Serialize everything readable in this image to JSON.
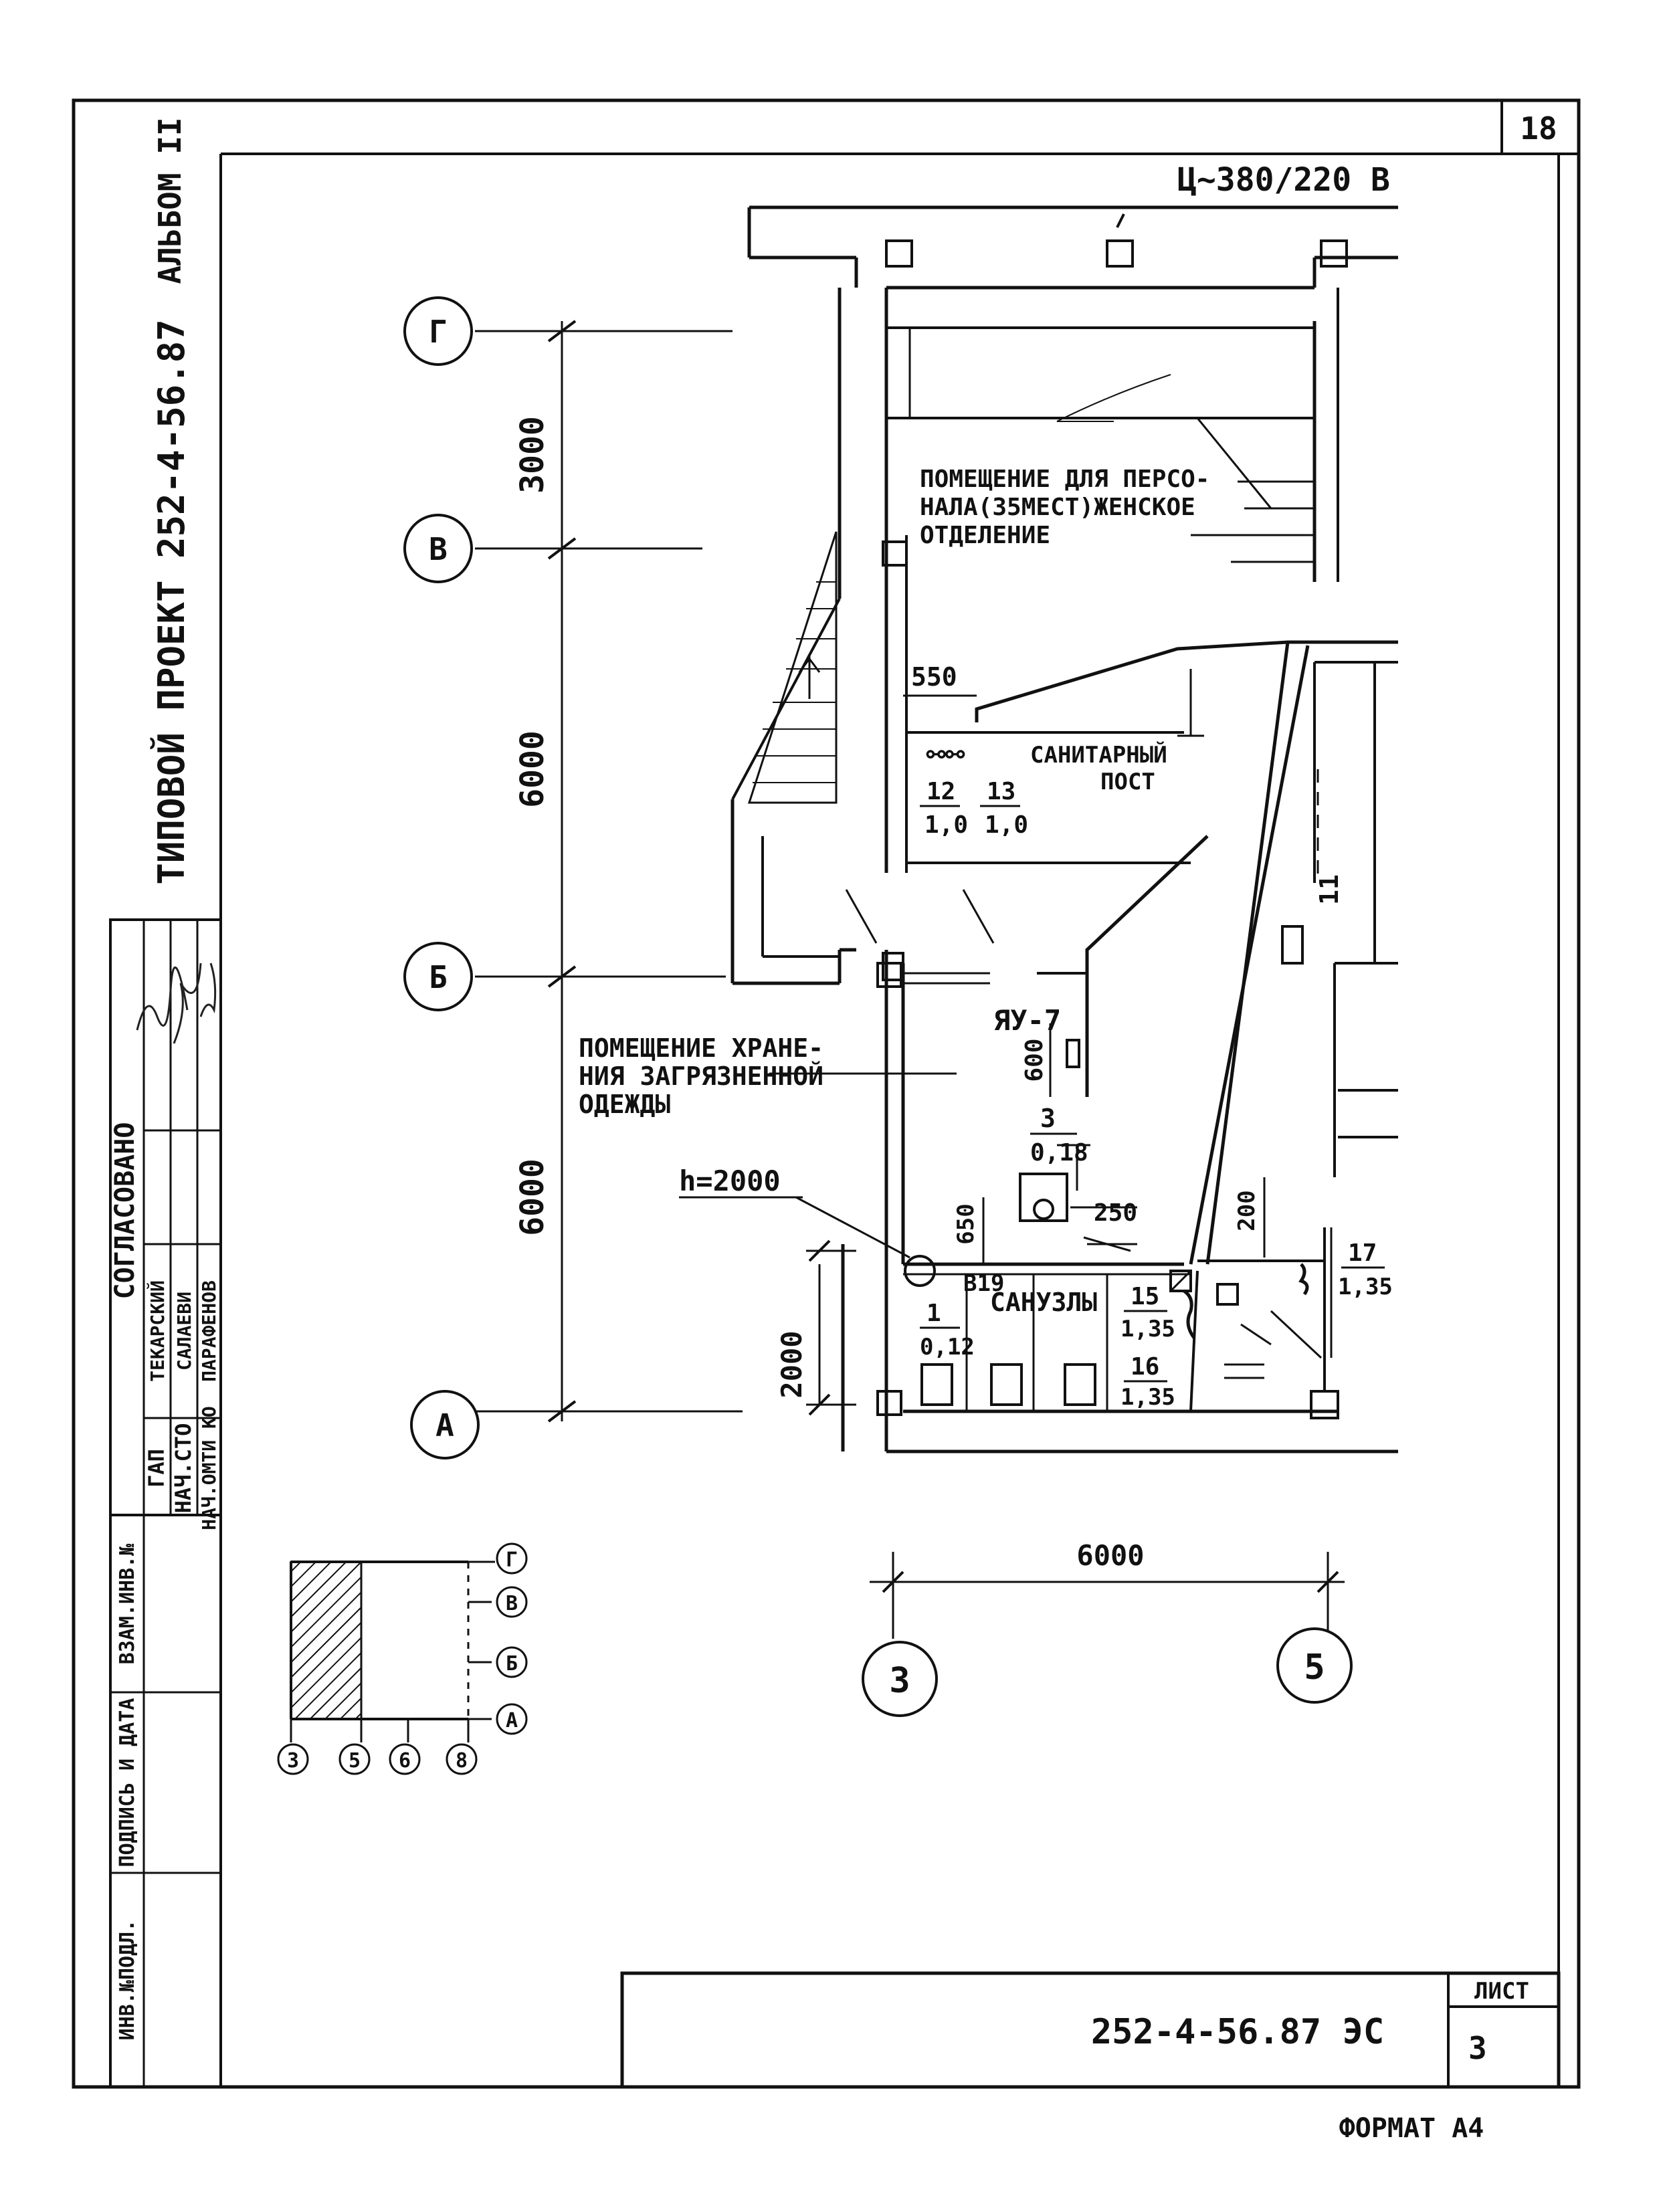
{
  "sheet_number": "18",
  "side_titles": {
    "album": "АЛЬБОМ II",
    "project": "ТИПОВОЙ   ПРОЕКТ 252-4-56.87"
  },
  "approval_block": {
    "heading": "СОГЛАСОВАНО",
    "rows": [
      {
        "role": "ГАП",
        "name": ""
      },
      {
        "role": "НАЧ.СТО",
        "name": "ТЕКАРСКИЙ"
      },
      {
        "role": "НАЧ.ОМТИ КО",
        "name": "САЛАЕВИ"
      }
    ],
    "extra_name": "ПАРАФЕНОВ"
  },
  "left_stamp_labels": [
    "ИНВ.№ПОДЛ.",
    "ПОДПИСЬ И ДАТА",
    "ВЗАМ.ИНВ.№"
  ],
  "power_label": "Ц~380/220 В",
  "axes_rows": [
    "Г",
    "В",
    "Б",
    "А"
  ],
  "axes_cols": [
    "3",
    "5"
  ],
  "dimensions": {
    "g_v": "3000",
    "v_b": "6000",
    "b_a": "6000",
    "col_3_5": "6000",
    "h2000_vert": "2000",
    "dim_550": "550",
    "dim_600": "600",
    "dim_650": "650",
    "dim_250": "250",
    "dim_200": "200"
  },
  "rooms": {
    "staff_room": [
      "ПОМЕЩЕНИЕ ДЛЯ ПЕРСО-",
      "НАЛА(35МЕСТ)ЖЕНСКОЕ",
      "ОТДЕЛЕНИЕ"
    ],
    "sanitary_post": [
      "САНИТАРНЫЙ",
      "ПОСТ"
    ],
    "storage": [
      "ПОМЕЩЕНИЕ ХРАНЕ-",
      "НИЯ ЗАГРЯЗНЕННОЙ",
      "ОДЕЖДЫ"
    ],
    "bathrooms": "САНУЗЛЫ"
  },
  "equipment": {
    "panel": "ЯУ-7",
    "h_mark": "h=2000",
    "bulb_label": "В19",
    "wall_mark": "11"
  },
  "fixtures": [
    {
      "num": "12",
      "power": "1,0"
    },
    {
      "num": "13",
      "power": "1,0"
    },
    {
      "num": "3",
      "power": "0,18"
    },
    {
      "num": "1",
      "power": "0,12"
    },
    {
      "num": "15",
      "power": "1,35"
    },
    {
      "num": "16",
      "power": "1,35"
    },
    {
      "num": "17",
      "power": "1,35"
    }
  ],
  "key_plan": {
    "rows": [
      "Г",
      "В",
      "Б",
      "А"
    ],
    "cols": [
      "3",
      "5",
      "6",
      "8"
    ]
  },
  "title_block": {
    "code": "252-4-56.87 ЭС",
    "sheet_label": "ЛИСТ",
    "sheet_num": "3"
  },
  "format": "ФОРМАТ А4"
}
